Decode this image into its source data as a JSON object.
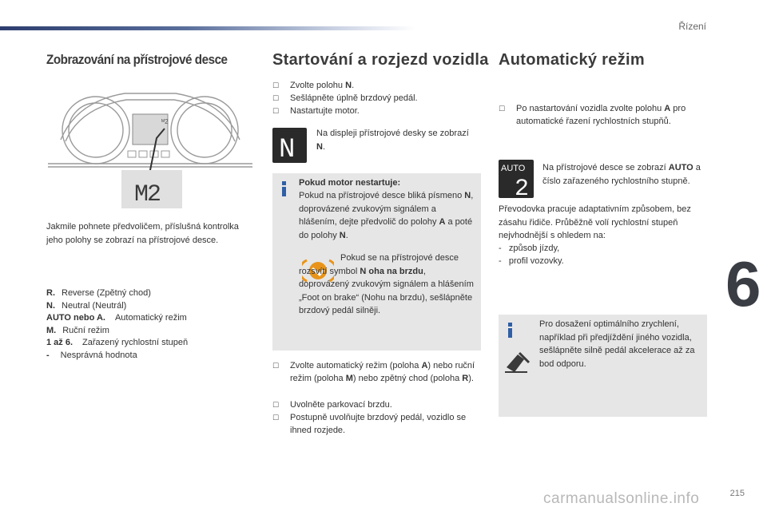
{
  "header": {
    "chapter": "Řízení",
    "page_number": "215"
  },
  "col1": {
    "title": "Zobrazování na přístrojové desce",
    "gear_display": "M2",
    "intro": "Jakmile pohnete předvoličem, příslušná kontrolka jeho polohy se zobrazí na přístrojové desce.",
    "legend": [
      {
        "key": "R.",
        "value": "Reverse (Zpětný chod)"
      },
      {
        "key": "N.",
        "value": "Neutral (Neutrál)"
      },
      {
        "key": "AUTO nebo A.",
        "value": "Automatický režim"
      },
      {
        "key": "M.",
        "value": "Ruční režim"
      },
      {
        "key": "1 až 6.",
        "value": "Zařazený rychlostní stupeň"
      },
      {
        "key": "-",
        "value": "Nesprávná hodnota"
      }
    ]
  },
  "col2": {
    "title": "Startování a rozjezd vozidla",
    "steps": [
      {
        "pre": "Zvolte polohu ",
        "bold": "N",
        "post": "."
      },
      {
        "pre": "Sešlápněte úplně brzdový pedál.",
        "bold": "",
        "post": ""
      },
      {
        "pre": "Nastartujte motor.",
        "bold": "",
        "post": ""
      }
    ],
    "display_letter": "N",
    "display_text_pre": "Na displeji přístrojové desky se zobrazí ",
    "display_text_bold": "N",
    "display_text_post": ".",
    "info": {
      "heading": "Pokud motor nestartuje:",
      "p1_a": "Pokud na přístrojové desce bliká písmeno ",
      "p1_b": "N",
      "p1_c": ", doprovázené zvukovým signálem a hlášením, dejte předvolič do polohy ",
      "p1_d": "A",
      "p1_e": " a poté do polohy ",
      "p1_f": "N",
      "p1_g": ".",
      "p2_a": "Pokud se na přístrojové desce rozsvítí symbol ",
      "p2_b": "N oha na brzdu",
      "p2_c": ", doprovázený zvukovým signálem a hlášením „Foot on brake“ (Nohu na brzdu), sešlápněte brzdový pedál silněji."
    },
    "steps2": [
      {
        "a": "Zvolte automatický režim (poloha ",
        "b": "A",
        "c": ") nebo ruční režim (poloha ",
        "d": "M",
        "e": ") nebo zpětný chod (poloha ",
        "f": "R",
        "g": ")."
      },
      {
        "a": "Uvolněte parkovací brzdu.",
        "b": "",
        "c": "",
        "d": "",
        "e": "",
        "f": "",
        "g": ""
      },
      {
        "a": "Postupně uvolňujte brzdový pedál, vozidlo se ihned rozjede.",
        "b": "",
        "c": "",
        "d": "",
        "e": "",
        "f": "",
        "g": ""
      }
    ]
  },
  "col3": {
    "title": "Automatický režim",
    "step_a": "Po nastartování vozidla zvolte polohu ",
    "step_b": "A",
    "step_c": " pro automatické řazení rychlostních stupňů.",
    "display_top": "AUTO",
    "display_num": "2",
    "disp_text_a": "Na přístrojové desce se zobrazí ",
    "disp_text_b": "AUTO",
    "disp_text_c": " a číslo zařazeného rychlostního stupně.",
    "body": "Převodovka pracuje adaptativním způsobem, bez zásahu řidiče. Průběžně volí rychlostní stupeň nejvhodnější s ohledem na:",
    "list": [
      "-   způsob jízdy,",
      "-   profil vozovky."
    ],
    "info": "Pro dosažení optimálního zrychlení, například při předjíždění jiného vozidla, sešlápněte silně pedál akcelerace až za bod odporu."
  },
  "chapter_tab": "6",
  "watermark": "carmanualsonline.info"
}
